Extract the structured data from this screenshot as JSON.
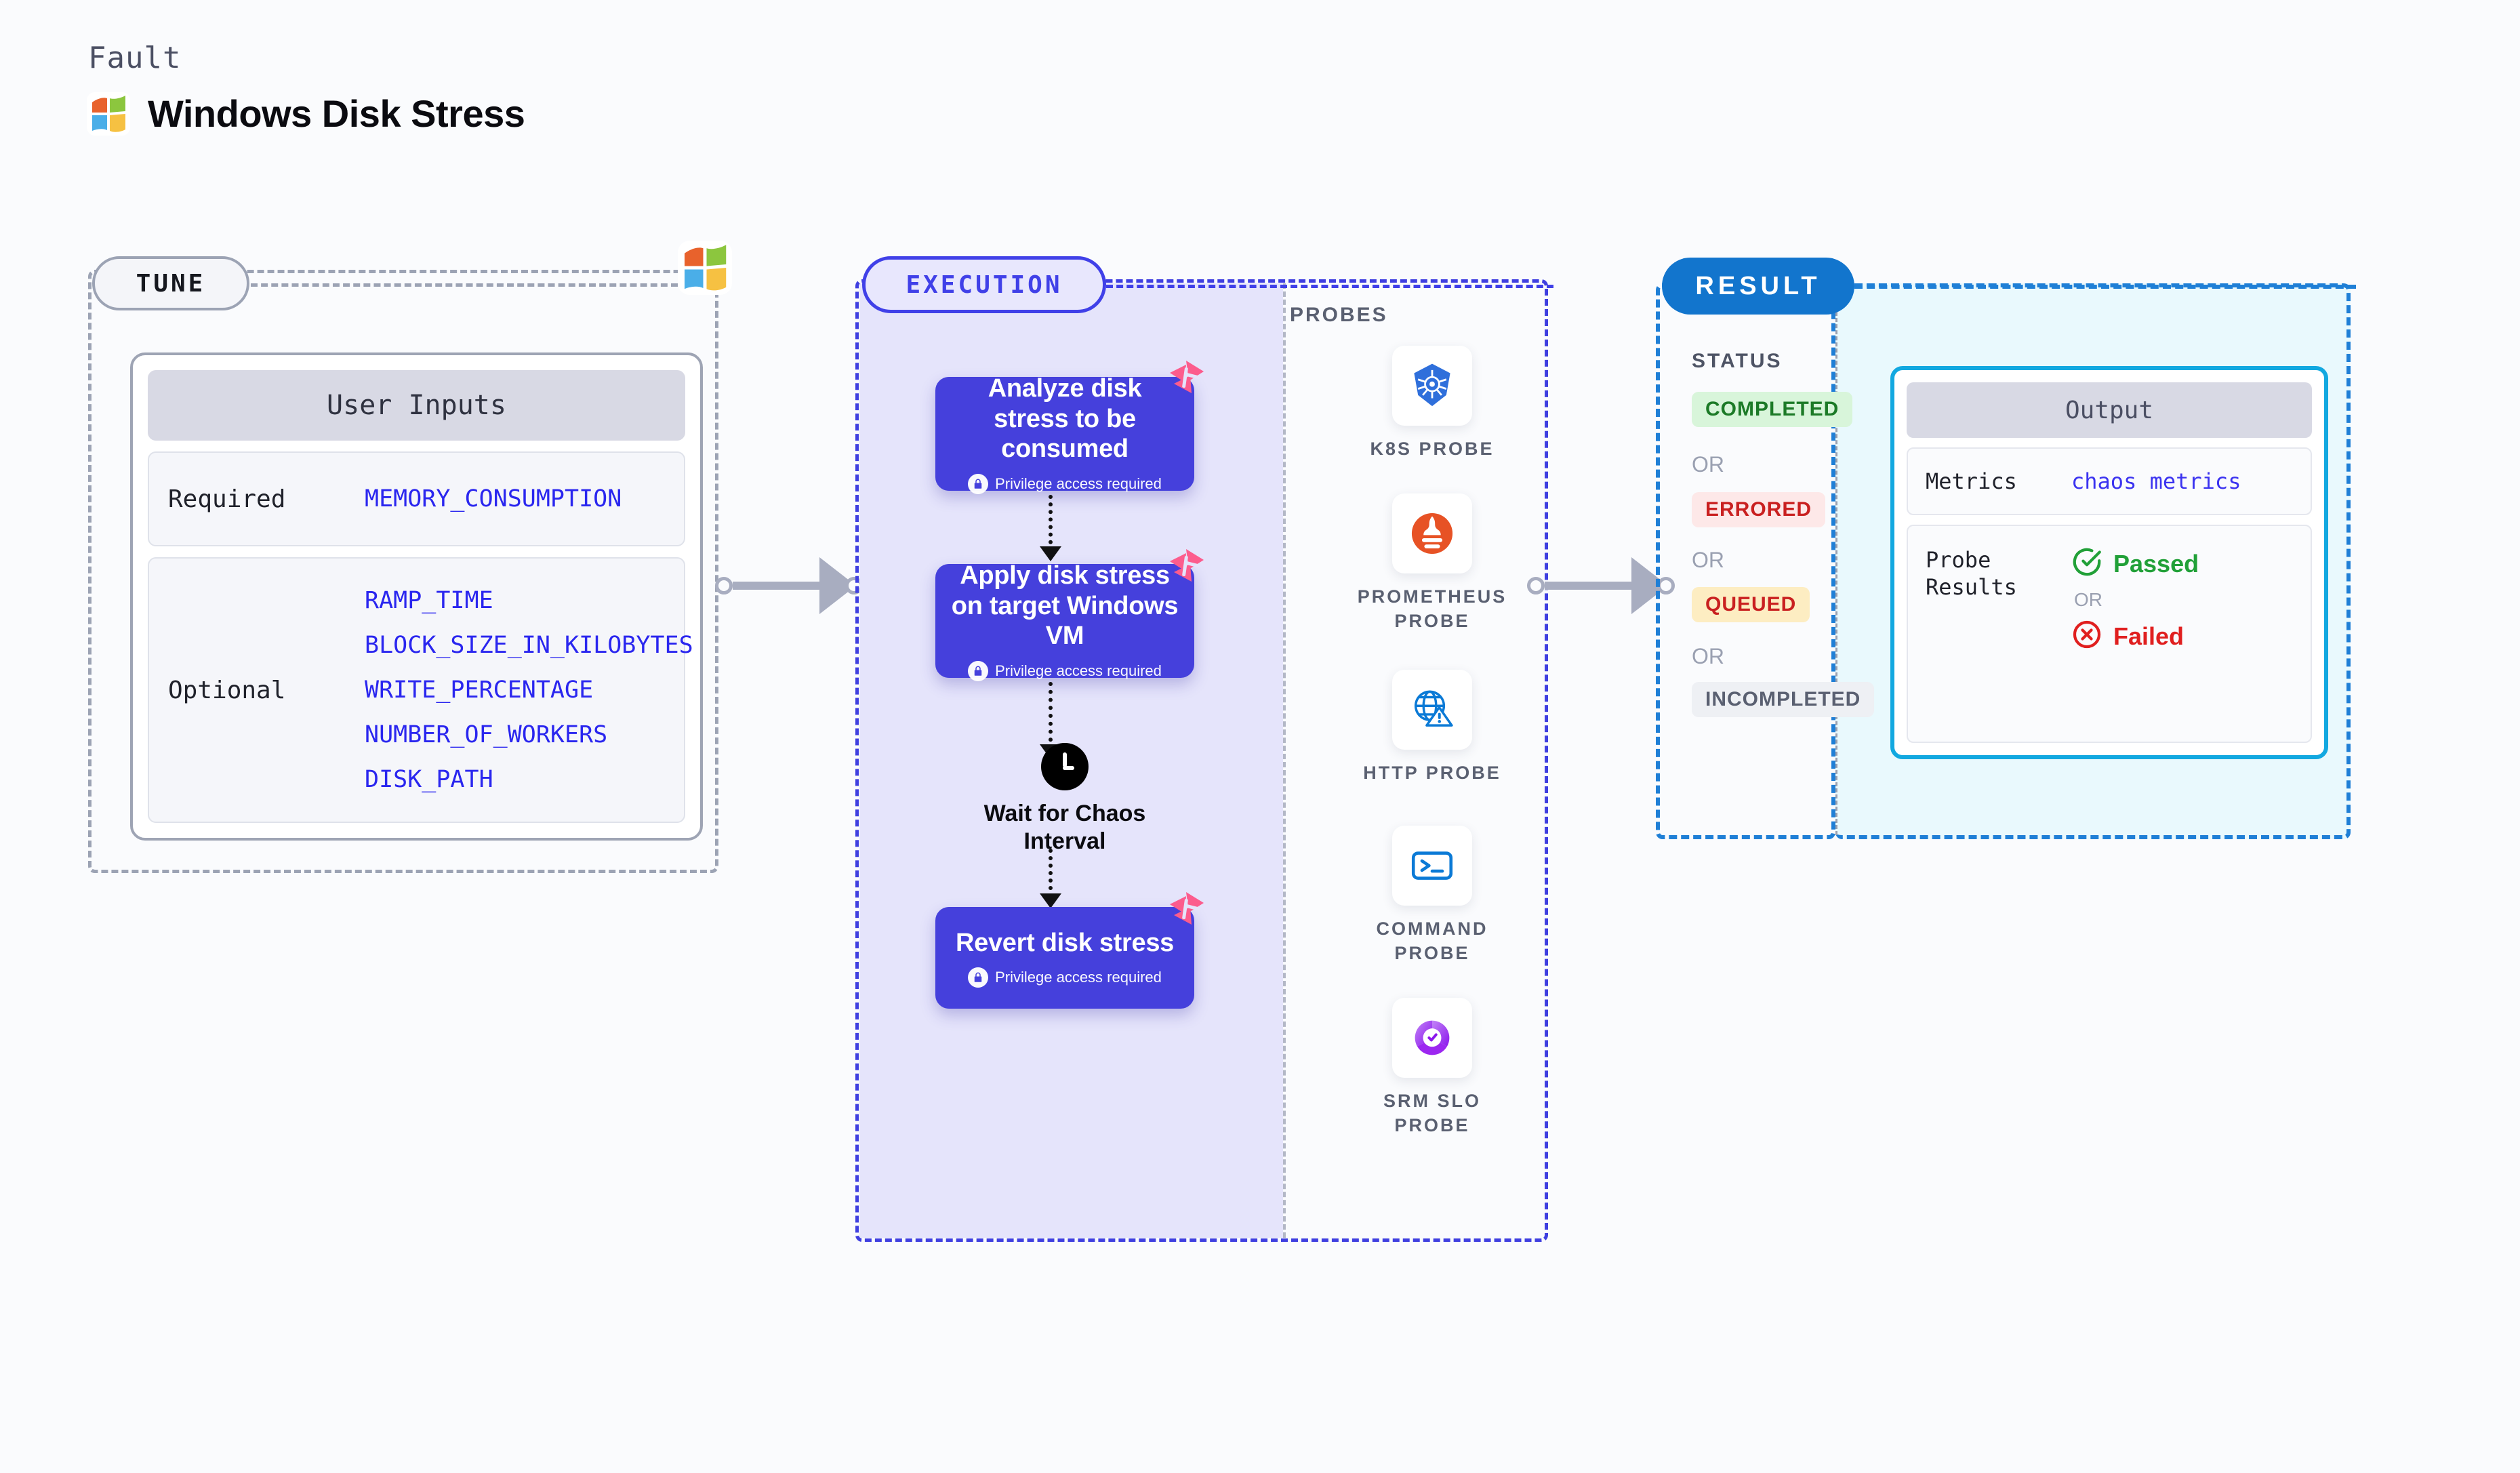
{
  "header": {
    "kicker": "Fault",
    "title": "Windows Disk Stress",
    "icon": "windows-logo-icon"
  },
  "tune": {
    "pill_label": "TUNE",
    "badge_icon": "windows-logo-icon",
    "card": {
      "heading": "User Inputs",
      "required_label": "Required",
      "required_values": [
        "MEMORY_CONSUMPTION"
      ],
      "optional_label": "Optional",
      "optional_values": [
        "RAMP_TIME",
        "BLOCK_SIZE_IN_KILOBYTES",
        "WRITE_PERCENTAGE",
        "NUMBER_OF_WORKERS",
        "DISK_PATH"
      ]
    }
  },
  "execution": {
    "pill_label": "EXECUTION",
    "privilege_note": "Privilege access required",
    "steps": [
      {
        "title": "Analyze disk stress to be consumed",
        "privileged": true,
        "badge_icon": "litmus-chaos-icon"
      },
      {
        "title": "Apply disk stress on target Windows VM",
        "privileged": true,
        "badge_icon": "litmus-chaos-icon"
      },
      {
        "title": "Revert disk stress",
        "privileged": true,
        "badge_icon": "litmus-chaos-icon"
      }
    ],
    "wait": {
      "icon": "clock-icon",
      "label": "Wait for Chaos Interval"
    },
    "probes": {
      "title": "PROBES",
      "items": [
        {
          "label": "K8S PROBE",
          "icon": "kubernetes-icon"
        },
        {
          "label": "PROMETHEUS PROBE",
          "icon": "prometheus-icon"
        },
        {
          "label": "HTTP PROBE",
          "icon": "http-globe-warning-icon"
        },
        {
          "label": "COMMAND PROBE",
          "icon": "terminal-icon"
        },
        {
          "label": "SRM SLO PROBE",
          "icon": "srm-slo-icon"
        }
      ]
    }
  },
  "result": {
    "pill_label": "RESULT",
    "status_title": "STATUS",
    "or_label": "OR",
    "statuses": [
      {
        "label": "COMPLETED",
        "bg": "#d8f5da",
        "fg": "#1c7a27"
      },
      {
        "label": "ERRORED",
        "bg": "#fde8e8",
        "fg": "#c92020"
      },
      {
        "label": "QUEUED",
        "bg": "#fdedc2",
        "fg": "#c92020"
      },
      {
        "label": "INCOMPLETED",
        "bg": "#eef0f4",
        "fg": "#5a6071"
      }
    ],
    "output": {
      "heading": "Output",
      "metrics_label": "Metrics",
      "metrics_value": "chaos metrics",
      "probe_results_label": "Probe Results",
      "passed_label": "Passed",
      "failed_label": "Failed",
      "or_label": "OR",
      "passed_icon": "check-circle-icon",
      "failed_icon": "x-circle-icon"
    }
  },
  "colors": {
    "tune_border": "#9ca3b4",
    "execution_accent": "#4040e8",
    "execution_fill": "#e5e4fb",
    "step_bg": "#4540dc",
    "result_accent": "#1275cd",
    "result_fill": "#e9f9fd",
    "output_border": "#12a8e0",
    "param_link": "#2a26ef",
    "litmus_pink": "#fc5c8d",
    "passed_green": "#21a038",
    "failed_red": "#e01f1f"
  }
}
